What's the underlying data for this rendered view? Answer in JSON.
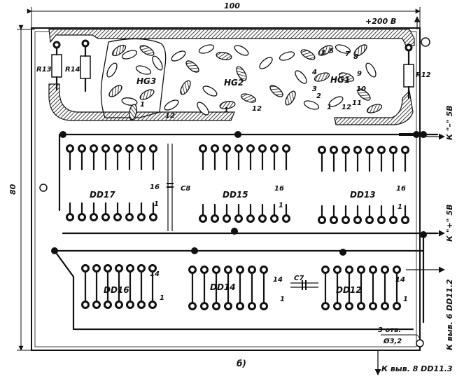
{
  "dimension_labels": {
    "width": "100",
    "height": "80"
  },
  "supply_label": "+200 В",
  "edge_labels": {
    "k_minus": "К \"–\" 5В",
    "k_plus": "К \"+\" 5В",
    "k_dd11_2": "К выв. 6 DD11.2",
    "k_dd11_3": "К выв. 8 DD11.3"
  },
  "hole_label": {
    "count": "3 отв.",
    "diameter": "Ø3,2"
  },
  "figure_label": "б)",
  "resistors": [
    "R13",
    "R14",
    "R12"
  ],
  "indicators": [
    "HG3",
    "HG2",
    "HG1"
  ],
  "capacitors": [
    "C8",
    "C7"
  ],
  "chips_top": [
    "DD17",
    "DD15",
    "DD13"
  ],
  "chips_bottom": [
    "DD16",
    "DD14",
    "DD12"
  ],
  "pin_labels": {
    "top_right": "16",
    "top_left": "1",
    "bottom_right": "14",
    "bottom_left": "1",
    "ind_1": "1",
    "ind_12": "12"
  },
  "hg1_digits": [
    "3",
    "5",
    "7",
    "8",
    "4",
    "9",
    "10",
    "3",
    "2",
    "11",
    "1",
    "12"
  ]
}
